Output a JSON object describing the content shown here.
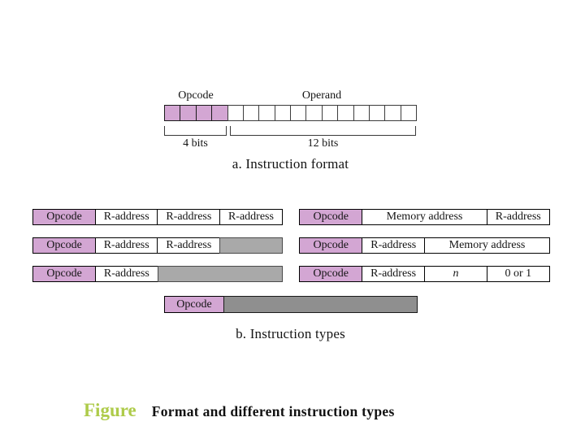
{
  "colors": {
    "opcode_fill": "#d3a6d3",
    "filler_gray": "#a9a9a9",
    "filler_dark_gray": "#8f8f8f",
    "figure_prefix": "#aecb4a"
  },
  "instruction_format": {
    "opcode_label": "Opcode",
    "operand_label": "Operand",
    "opcode_cell_count": 4,
    "operand_cell_count": 12,
    "opcode_bits": "4 bits",
    "operand_bits": "12 bits",
    "caption": "a. Instruction format"
  },
  "instruction_types": {
    "caption": "b. Instruction types",
    "left_rows": [
      {
        "cells": [
          "Opcode",
          "R-address",
          "R-address",
          "R-address"
        ]
      },
      {
        "cells": [
          "Opcode",
          "R-address",
          "R-address"
        ]
      },
      {
        "cells": [
          "Opcode",
          "R-address"
        ]
      }
    ],
    "right_rows": [
      {
        "cells": [
          "Opcode",
          "Memory address",
          "R-address"
        ]
      },
      {
        "cells": [
          "Opcode",
          "R-address",
          "Memory address"
        ]
      },
      {
        "cells": [
          "Opcode",
          "R-address",
          "n",
          "0 or 1"
        ]
      }
    ],
    "bottom_row": {
      "cells": [
        "Opcode"
      ]
    }
  },
  "figure_caption": {
    "prefix": "Figure",
    "title": "Format and different instruction types"
  }
}
